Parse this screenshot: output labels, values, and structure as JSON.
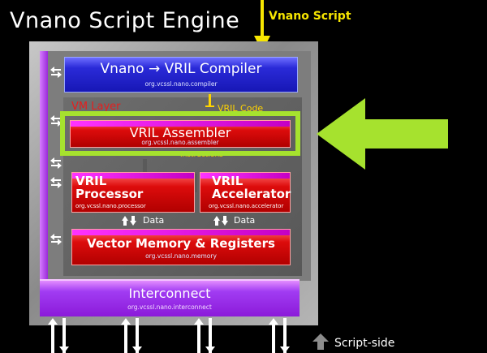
{
  "diagram": {
    "title": "Vnano Script Engine",
    "script_input_label": "Vnano Script",
    "compiler": {
      "title": "Vnano → VRIL  Compiler",
      "package": "org.vcssl.nano.compiler"
    },
    "vm_layer_label": "VM Layer",
    "vril_code_label": "VRIL Code",
    "assembler": {
      "title": "VRIL Assembler",
      "package": "org.vcssl.nano.assembler"
    },
    "instructions_label": "Instructions",
    "processor": {
      "line1": "VRIL",
      "line2": "Processor",
      "package": "org.vcssl.nano.processor"
    },
    "accelerator": {
      "line1": "VRIL",
      "line2": "Accelerator",
      "package": "org.vcssl.nano.accelerator"
    },
    "data_label": "Data",
    "memory": {
      "title": "Vector Memory & Registers",
      "package": "org.vcssl.nano.memory"
    },
    "interconnect": {
      "title": "Interconnect",
      "package": "org.vcssl.nano.interconnect"
    },
    "script_side_label": "Script-side",
    "colors": {
      "compiler": "#1f1fc8",
      "vm_boxes": "#c40000",
      "interconnect": "#9a2ae0",
      "highlight": "#a6e22e",
      "script_arrow": "#f7e600"
    }
  }
}
